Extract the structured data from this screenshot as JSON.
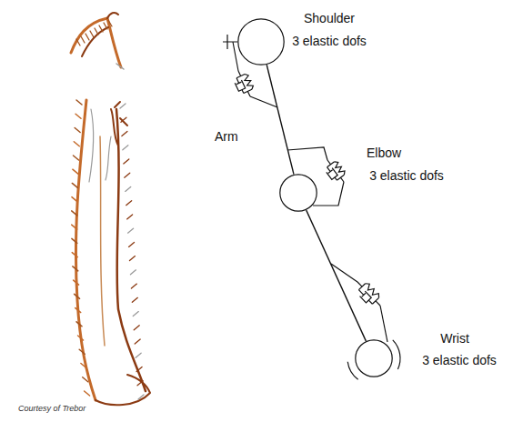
{
  "diagram": {
    "nodes": [
      {
        "text": [
          "Shoulder",
          "3 elastic dofs"
        ]
      },
      {
        "text": [
          "Elbow",
          "3 elastic dofs"
        ]
      },
      {
        "text": [
          "Wrist",
          "3 elastic dofs"
        ]
      }
    ],
    "edges": [
      {
        "from": 0,
        "to": 1,
        "arrow": "none"
      },
      {
        "from": 1,
        "to": 2,
        "arrow": "none"
      }
    ],
    "labels": [
      "Arm",
      "Courtesy of Trebor"
    ]
  }
}
